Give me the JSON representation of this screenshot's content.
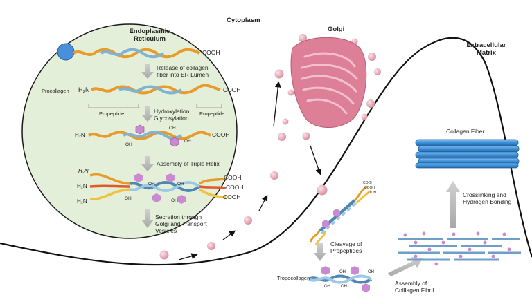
{
  "regions": {
    "er": "Endoplasmic\nReticulum",
    "cytoplasm": "Cytoplasm",
    "golgi": "Golgi",
    "ecm": "Extracellular\nMatrix"
  },
  "er_labels": {
    "procollagen": "Procollagen",
    "propeptide_left": "Propeptide",
    "propeptide_right": "Propeptide"
  },
  "chem": {
    "cooh": "COOH",
    "oh": "OH",
    "h2n": "H₂N"
  },
  "steps": {
    "release": "Release of collagen\nfiber into ER Lumen",
    "hydroxylation": "Hydroxylation\nGlycosylation",
    "triple_helix": "Assembly of Triple Helix",
    "secretion": "Secretion through\nGolgi and Transport\nVesicles",
    "cleavage": "Cleavage of\nPropeptides",
    "assembly_fibril": "Assembly of\nColllagen Fibril",
    "crosslinking": "Crosslinking and\nHydrogen Bonding"
  },
  "products": {
    "tropocollagen": "Tropocollagen",
    "collagen_fiber": "Collagen Fiber"
  },
  "colors": {
    "er_fill": "#e3efd8",
    "vesicle": "#e8a9b7",
    "golgi": "#de7f98",
    "helix_blue": "#7fb2d3",
    "propeptide": "#e69b2a",
    "fiber": "#3d8fd6",
    "hexagon": "#c98ad0",
    "arrow_gray": "#b9b9b9"
  }
}
